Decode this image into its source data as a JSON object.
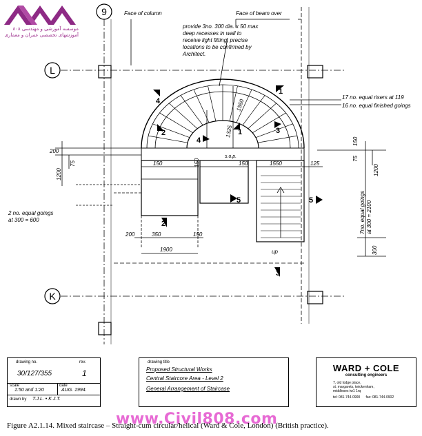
{
  "logo": {
    "persian_line1": "موسسه آموزشی و مهندسی ۸۰۸",
    "persian_line2": "آموزشهای تخصصی عمران و معماری"
  },
  "grid": {
    "col_9": "9",
    "row_L": "L",
    "row_K": "K"
  },
  "notes": {
    "face_of_column": "Face of column",
    "face_of_beam": "Face of beam over",
    "recess": [
      "provide 3no. 300 dia. x 50 max",
      "deep recesses in wall to",
      "receive light fitting, precise",
      "locations to be confirmed by",
      "Architect."
    ],
    "risers": "17 no. equal risers at 119",
    "goings": "16 no. equal finished goings",
    "two_goings": [
      "2 no. equal goings",
      "at 300 = 600"
    ],
    "seven_goings": [
      "7no. equal goings",
      "at 300 = 2100"
    ],
    "sop": "s.o.p.",
    "up": "up"
  },
  "dims": {
    "d1550a": "1550",
    "d1325": "1325",
    "d200a": "200",
    "d1200a": "1200",
    "d75a": "75",
    "d150a": "150",
    "d150b": "150",
    "d150c": "150",
    "d1550b": "1550",
    "d125": "125",
    "d150d": "150",
    "d75b": "75",
    "d1200b": "1200",
    "d200b": "200",
    "d350": "350",
    "d150e": "150",
    "d1900": "1900",
    "d300": "300"
  },
  "step_marks": {
    "s1": "1",
    "s2": "2",
    "s3": "3",
    "s4": "4",
    "s5": "5"
  },
  "titleblock": {
    "drawing_no_label": "drawing no.",
    "drawing_no": "30/127/355",
    "rev_label": "rev.",
    "rev": "1",
    "scale_label": "scale",
    "scale": "1:50 and 1:20",
    "date_label": "date",
    "date": "AUG. 1994.",
    "drawn_by_label": "drawn by",
    "drawn_by": "T.J.L. • K.J.T.",
    "title_label": "drawing title",
    "title_1": "Proposed Structural Works",
    "title_2": "Central Staircore Area - Level 2",
    "title_3": "General Arrangement of Staircase",
    "firm": "WARD + COLE",
    "firm_sub": "consulting engineers",
    "address": [
      "7, old lodge place,",
      "st. margarets, twickenham,",
      "middlesex tw1 1rq"
    ],
    "tel": "tel: 081-744-0900      fax: 081-744-0902"
  },
  "watermark": "www.Civil808.com",
  "caption": "Figure A2.1.14. Mixed staircase – Straight-cum circular/helical (Ward & Cole, London) (British practice)."
}
